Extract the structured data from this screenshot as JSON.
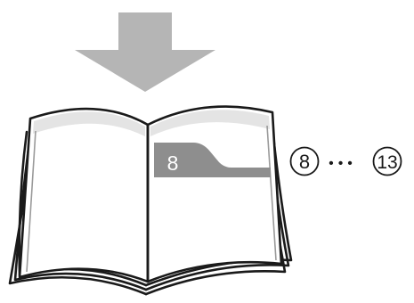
{
  "figure": {
    "tab_number": "8",
    "range_start": "8",
    "range_end": "13",
    "range_separator": "•••",
    "icons": [
      "down-arrow-icon",
      "open-book-icon"
    ],
    "colors": {
      "arrow": "#b5b5b5",
      "tab": "#8e8e8e",
      "tab_text": "#ffffff",
      "page_shade": "#e4e4e4",
      "outline": "#1a1a1a"
    }
  }
}
